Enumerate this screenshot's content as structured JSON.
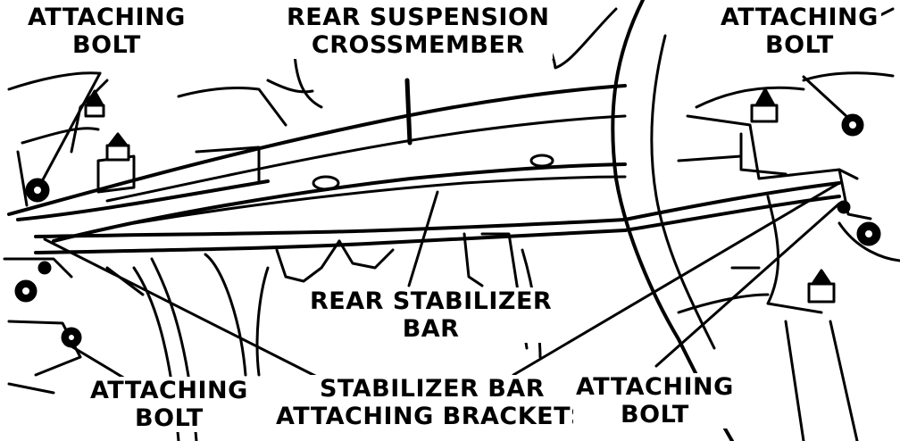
{
  "labels": {
    "attaching_bolt_top_left": {
      "line1": "ATTACHING",
      "line2": "BOLT"
    },
    "crossmember": {
      "line1": "REAR SUSPENSION",
      "line2": "CROSSMEMBER"
    },
    "attaching_bolt_top_right": {
      "line1": "ATTACHING",
      "line2": "BOLT"
    },
    "stabilizer_bar": {
      "line1": "REAR STABILIZER",
      "line2": "BAR"
    },
    "attaching_bolt_bottom_left": {
      "line1": "ATTACHING",
      "line2": "BOLT"
    },
    "brackets": {
      "line1": "STABILIZER BAR",
      "line2": "ATTACHING BRACKETS"
    },
    "attaching_bolt_bottom_right": {
      "line1": "ATTACHING",
      "line2": "BOLT"
    }
  },
  "colors": {
    "ink": "#000000",
    "paper": "#ffffff"
  }
}
